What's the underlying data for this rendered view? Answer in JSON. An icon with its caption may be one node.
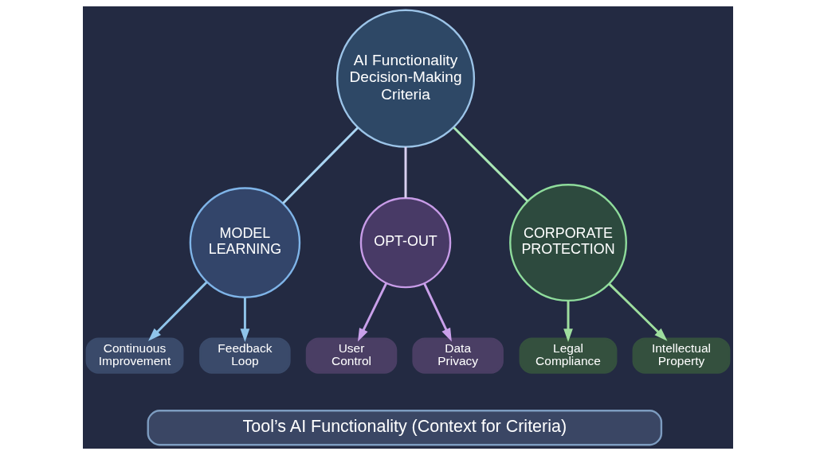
{
  "diagram": {
    "nodes": [
      {
        "text": [
          "AI Functionality Decision-Making Criteria"
        ]
      },
      {
        "text": [
          "MODEL LEARNING"
        ]
      },
      {
        "text": [
          "OPT-OUT"
        ]
      },
      {
        "text": [
          "CORPORATE PROTECTION"
        ]
      },
      {
        "text": [
          "Continuous Improvement"
        ]
      },
      {
        "text": [
          "Feedback Loop"
        ]
      },
      {
        "text": [
          "User Control"
        ]
      },
      {
        "text": [
          "Data Privacy"
        ]
      },
      {
        "text": [
          "Legal Compliance"
        ]
      },
      {
        "text": [
          "Intellectual Property"
        ]
      },
      {
        "text": [
          "Tool’s AI Functionality (Context for Criteria)"
        ]
      }
    ],
    "edges": [
      {
        "from": 0,
        "to": 1,
        "arrow": "none",
        "color": "#a9d4f2"
      },
      {
        "from": 0,
        "to": 2,
        "arrow": "none",
        "color": "#d9d0f0"
      },
      {
        "from": 0,
        "to": 3,
        "arrow": "none",
        "color": "#a9e6b4"
      },
      {
        "from": 1,
        "to": 4,
        "arrow": "to",
        "color": "#8fc4ea"
      },
      {
        "from": 1,
        "to": 5,
        "arrow": "to",
        "color": "#8fc4ea"
      },
      {
        "from": 2,
        "to": 6,
        "arrow": "to",
        "color": "#c9a0ea"
      },
      {
        "from": 2,
        "to": 7,
        "arrow": "to",
        "color": "#c9a0ea"
      },
      {
        "from": 3,
        "to": 8,
        "arrow": "to",
        "color": "#9ede9e"
      },
      {
        "from": 3,
        "to": 9,
        "arrow": "to",
        "color": "#9ede9e"
      }
    ]
  }
}
